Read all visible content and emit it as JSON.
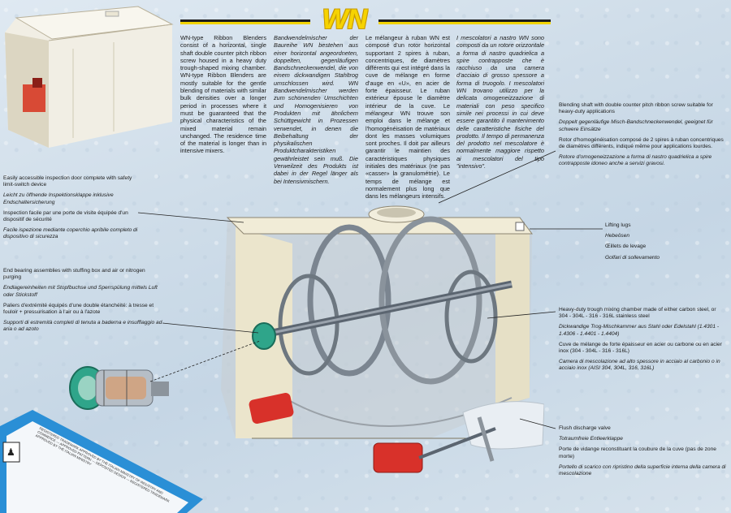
{
  "logo": {
    "text": "WN"
  },
  "columns": {
    "en": "WN-type Ribbon Blenders consist of a horizontal, single shaft double counter pitch ribbon screw housed in a heavy duty trough-shaped mixing chamber. WN-type Ribbon Blenders are mostly suitable for the gentle blending of materials with similar bulk densities over a longer period in processes where it must be guaranteed that the physical characteristics of the mixed material remain unchanged. The residence time of the material is longer than in intensive mixers.",
    "de": "Bandwendelmischer der Baureihe WN bestehen aus einer horizontal angeordneten, doppelten, gegenläufigen Bandschneckenwendel, die von einem dickwandigen Stahltrog umschlossen wird. WN Bandwendelmischer werden zum schonenden Umschichten und Homogenisieren von Produkten mit ähnlichem Schüttgewicht in Prozessen verwendet, in denen die Beibehaltung der physikalischen Produktcharakteristiken gewährleistet sein muß. Die Verweilzeit des Produkts ist dabei in der Regel länger als bei Intensivmischern.",
    "fr": "Le mélangeur à ruban WN est composé d'un rotor horizontal supportant 2 spires à ruban, concentriques, de diamètres différents qui est intégré dans la cuve de mélange en forme d'auge en «U», en acier de forte épaisseur. Le ruban extérieur épouse le diamètre intérieur de la cuve. Le mélangeur WN trouve son emploi dans le mélange et l'homogénéisation de matériaux dont les masses volumiques sont proches. Il doit par ailleurs garantir le maintien des caractéristiques physiques initiales des matériaux (ne pas «casser» la granulométrie). Le temps de mélange est normalement plus long que dans les mélangeurs intensifs.",
    "it": "I mescolatori a nastro WN sono composti da un rotore orizzontale a forma di nastro quadrielica a spire contrapposte che è racchiuso da una camera d'acciaio di grosso spessore a forma di truogolo. I mescolatori WN trovano utilizzo per la delicata omogeneizzazione di materiali con peso specifico simile nei processi in cui deve essere garantito il mantenimento delle caratteristiche fisiche del prodotto. Il tempo di permanenza del prodotto nel mescolatore è normalmente maggiore rispetto ai mescolatori del tipo \"intensivo\"."
  },
  "notes": {
    "shaft": [
      "Blending shaft with double counter pitch ribbon screw suitable for heavy-duty applications",
      "Doppelt gegenläufige Misch-Bandschneckenwendel, geeignet für schwere Einsätze",
      "Rotor d'homogénéisation composé de 2 spires à ruban concentriques de diamètres différents, indiqué même pour applications lourdes.",
      "Rotore d'omogeneizzazione a forma di nastro quadrielica a spire contrapposte idoneo anche a servizi gravosi."
    ],
    "door": [
      "Easily accessible inspection door complete with safety limit-switch device",
      "Leicht zu öffnende Inspektionsklappe inklusive Endschaltersicherung",
      "Inspection facile par une porte de visite équipée d'un dispositif de sécurité",
      "Facile ispezione mediante coperchio apribile completo di dispositivo di sicurezza"
    ],
    "bearing": [
      "End bearing assemblies with stuffing box and air or nitrogen purging",
      "Endlagereinheiten mit Stopfbuchse und Sperrspülung mittels Luft oder Stickstoff",
      "Paliers d'extrémité équipés d'une double étanchéité: à tresse et fouloir + pressurisation à l'air ou à l'azote",
      "Supporti di estremità completi di tenuta a baderna e insufflaggio ad aria o ad azoto"
    ],
    "lugs": [
      "Lifting lugs",
      "Hebeösen",
      "Œillets de levage",
      "Golfari di sollevamento"
    ],
    "trough": [
      "Heavy-duty trough mixing chamber made of either carbon steel, or 304 - 304L - 316 - 316L stainless steel",
      "Dickwandige Trog-Mischkammer aus Stahl oder Edelstahl (1.4301 - 1.4306 - 1.4401 - 1.4404)",
      "Cuve de mélange de forte épaisseur en acier ou carbone ou en acier inox (304 - 304L - 316 - 316L)",
      "Camera di mescolazione ad alto spessore in acciaio al carbonio o in acciaio inox (AISI 304, 304L, 316, 316L)"
    ],
    "valve": [
      "Flush discharge valve",
      "Totraumfreie Entleerklappe",
      "Porte de vidange reconstituant la coubure de la cuve (pas de zone morte)",
      "Portello di scarico con ripristino della superficie interna della camera di mescolazione"
    ]
  },
  "sticker": {
    "text": "REGISTERED TRADEMARK APPROVED BY THE ITALIAN MINISTRY OF INDUSTRY AND COMMERCE — APPROVED PATTERN — DEPOSITED DESIGN — REGISTERED TRADEMARK APPROVED BY THE ITALIAN MINISTRY"
  },
  "colors": {
    "accent_yellow": "#f2d400",
    "housing": "#ece6cf",
    "actuator_red": "#d8312a",
    "seal_green": "#2fa58a",
    "sticker_blue": "#2a8fd6"
  }
}
